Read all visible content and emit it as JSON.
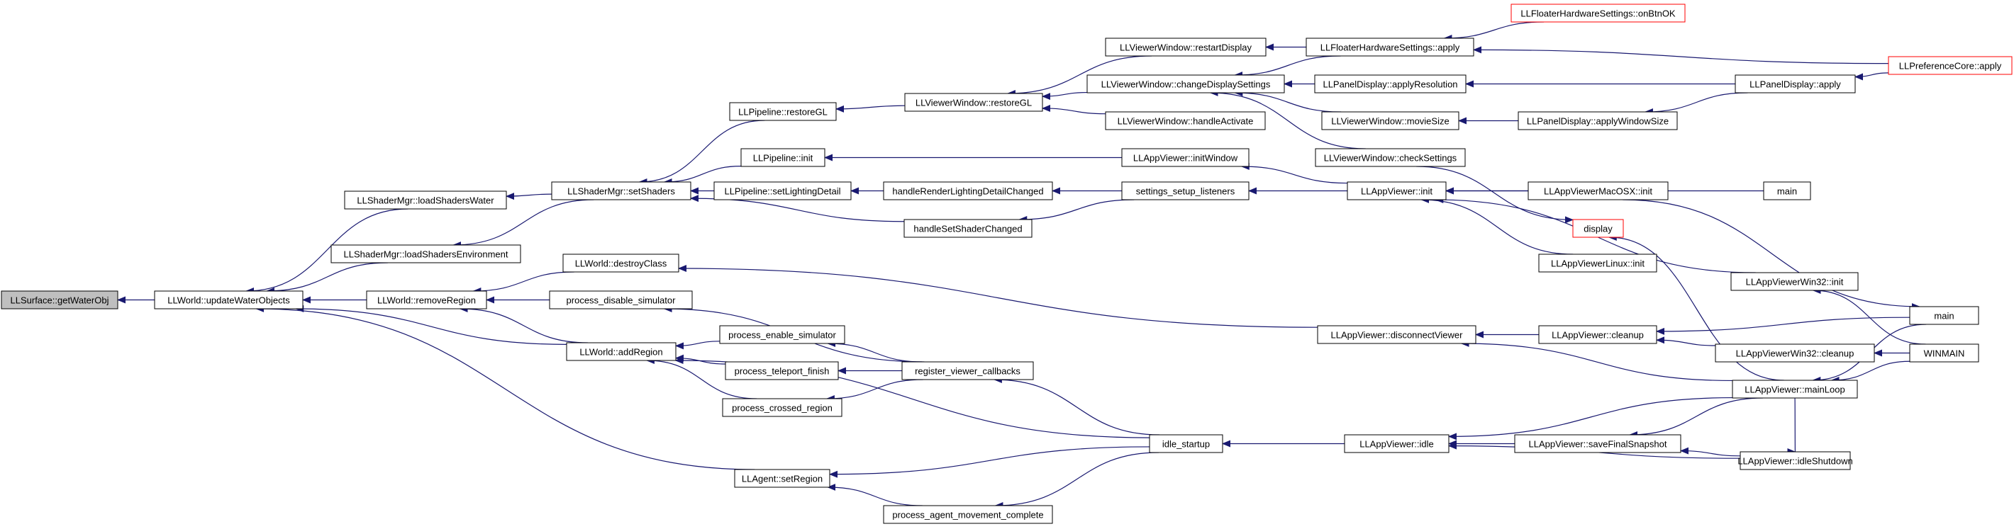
{
  "colors": {
    "edge": "#191970",
    "node_border": "#000000",
    "node_fill": "#ffffff",
    "root_fill": "#bfbfbf",
    "truncated_border": "#ff0000"
  },
  "nodes": [
    {
      "id": "n0",
      "label": "LLSurface::getWaterObj",
      "root": true
    },
    {
      "id": "n1",
      "label": "LLWorld::updateWaterObjects"
    },
    {
      "id": "n2",
      "label": "LLShaderMgr::loadShadersWater"
    },
    {
      "id": "n3",
      "label": "LLShaderMgr::loadShadersEnvironment"
    },
    {
      "id": "n4",
      "label": "LLWorld::removeRegion"
    },
    {
      "id": "n5",
      "label": "LLWorld::addRegion"
    },
    {
      "id": "n6",
      "label": "LLAgent::setRegion"
    },
    {
      "id": "n7",
      "label": "LLShaderMgr::setShaders"
    },
    {
      "id": "n8",
      "label": "LLPipeline::restoreGL"
    },
    {
      "id": "n9",
      "label": "LLPipeline::init"
    },
    {
      "id": "n10",
      "label": "LLPipeline::setLightingDetail"
    },
    {
      "id": "n11",
      "label": "handleSetShaderChanged"
    },
    {
      "id": "n12",
      "label": "handleRenderLightingDetailChanged"
    },
    {
      "id": "n13",
      "label": "LLWorld::destroyClass"
    },
    {
      "id": "n14",
      "label": "process_disable_simulator"
    },
    {
      "id": "n15",
      "label": "process_enable_simulator"
    },
    {
      "id": "n16",
      "label": "process_teleport_finish"
    },
    {
      "id": "n17",
      "label": "process_crossed_region"
    },
    {
      "id": "n18",
      "label": "register_viewer_callbacks"
    },
    {
      "id": "n19",
      "label": "idle_startup"
    },
    {
      "id": "n20",
      "label": "process_agent_movement_complete"
    },
    {
      "id": "n21",
      "label": "LLViewerWindow::restoreGL"
    },
    {
      "id": "n22",
      "label": "LLViewerWindow::restartDisplay"
    },
    {
      "id": "n23",
      "label": "LLViewerWindow::changeDisplaySettings"
    },
    {
      "id": "n24",
      "label": "LLViewerWindow::handleActivate"
    },
    {
      "id": "n25",
      "label": "LLAppViewer::initWindow"
    },
    {
      "id": "n26",
      "label": "settings_setup_listeners"
    },
    {
      "id": "n27",
      "label": "LLAppViewer::disconnectViewer"
    },
    {
      "id": "n28",
      "label": "LLAppViewer::idle"
    },
    {
      "id": "n29",
      "label": "LLFloaterHardwareSettings::apply"
    },
    {
      "id": "n30",
      "label": "LLPanelDisplay::applyResolution"
    },
    {
      "id": "n31",
      "label": "LLViewerWindow::movieSize"
    },
    {
      "id": "n32",
      "label": "LLViewerWindow::checkSettings"
    },
    {
      "id": "n33",
      "label": "LLAppViewer::init"
    },
    {
      "id": "n34",
      "label": "LLAppViewer::cleanup"
    },
    {
      "id": "n35",
      "label": "LLAppViewer::saveFinalSnapshot"
    },
    {
      "id": "n36",
      "label": "LLFloaterHardwareSettings::onBtnOK",
      "truncated": true
    },
    {
      "id": "n37",
      "label": "LLPanelDisplay::applyWindowSize"
    },
    {
      "id": "n38",
      "label": "LLAppViewerMacOSX::init"
    },
    {
      "id": "n39",
      "label": "display",
      "truncated": true
    },
    {
      "id": "n40",
      "label": "LLAppViewerLinux::init"
    },
    {
      "id": "n41",
      "label": "LLAppViewerWin32::init"
    },
    {
      "id": "n42",
      "label": "LLAppViewerWin32::cleanup"
    },
    {
      "id": "n43",
      "label": "LLAppViewer::mainLoop"
    },
    {
      "id": "n44",
      "label": "LLAppViewer::idleShutdown"
    },
    {
      "id": "n45",
      "label": "LLPanelDisplay::apply"
    },
    {
      "id": "n46",
      "label": "LLPreferenceCore::apply",
      "truncated": true
    },
    {
      "id": "n47",
      "label": "main"
    },
    {
      "id": "n48",
      "label": "main"
    },
    {
      "id": "n49",
      "label": "WINMAIN"
    }
  ],
  "edges": [
    {
      "from": "n1",
      "to": "n0"
    },
    {
      "from": "n2",
      "to": "n1"
    },
    {
      "from": "n3",
      "to": "n1"
    },
    {
      "from": "n4",
      "to": "n1"
    },
    {
      "from": "n5",
      "to": "n1"
    },
    {
      "from": "n6",
      "to": "n1"
    },
    {
      "from": "n7",
      "to": "n2"
    },
    {
      "from": "n7",
      "to": "n3"
    },
    {
      "from": "n8",
      "to": "n7"
    },
    {
      "from": "n9",
      "to": "n7"
    },
    {
      "from": "n10",
      "to": "n7"
    },
    {
      "from": "n11",
      "to": "n7"
    },
    {
      "from": "n12",
      "to": "n10"
    },
    {
      "from": "n13",
      "to": "n4"
    },
    {
      "from": "n14",
      "to": "n4"
    },
    {
      "from": "n5",
      "to": "n4"
    },
    {
      "from": "n15",
      "to": "n5"
    },
    {
      "from": "n16",
      "to": "n5"
    },
    {
      "from": "n17",
      "to": "n5"
    },
    {
      "from": "n19",
      "to": "n5"
    },
    {
      "from": "n19",
      "to": "n6"
    },
    {
      "from": "n20",
      "to": "n6"
    },
    {
      "from": "n18",
      "to": "n14"
    },
    {
      "from": "n18",
      "to": "n15"
    },
    {
      "from": "n18",
      "to": "n16"
    },
    {
      "from": "n18",
      "to": "n17"
    },
    {
      "from": "n19",
      "to": "n18"
    },
    {
      "from": "n19",
      "to": "n20"
    },
    {
      "from": "n21",
      "to": "n8"
    },
    {
      "from": "n25",
      "to": "n9"
    },
    {
      "from": "n26",
      "to": "n12"
    },
    {
      "from": "n26",
      "to": "n11"
    },
    {
      "from": "n27",
      "to": "n13"
    },
    {
      "from": "n28",
      "to": "n19"
    },
    {
      "from": "n22",
      "to": "n21"
    },
    {
      "from": "n23",
      "to": "n21"
    },
    {
      "from": "n24",
      "to": "n21"
    },
    {
      "from": "n29",
      "to": "n22"
    },
    {
      "from": "n29",
      "to": "n23"
    },
    {
      "from": "n30",
      "to": "n23"
    },
    {
      "from": "n31",
      "to": "n23"
    },
    {
      "from": "n32",
      "to": "n23"
    },
    {
      "from": "n33",
      "to": "n25"
    },
    {
      "from": "n33",
      "to": "n26"
    },
    {
      "from": "n34",
      "to": "n27"
    },
    {
      "from": "n43",
      "to": "n27"
    },
    {
      "from": "n35",
      "to": "n28"
    },
    {
      "from": "n43",
      "to": "n28"
    },
    {
      "from": "n44",
      "to": "n28"
    },
    {
      "from": "n36",
      "to": "n29"
    },
    {
      "from": "n46",
      "to": "n29"
    },
    {
      "from": "n45",
      "to": "n30"
    },
    {
      "from": "n37",
      "to": "n31"
    },
    {
      "from": "n38",
      "to": "n33"
    },
    {
      "from": "n40",
      "to": "n33"
    },
    {
      "from": "n41",
      "to": "n33"
    },
    {
      "from": "n48",
      "to": "n33"
    },
    {
      "from": "n32",
      "to": "n39"
    },
    {
      "from": "n47",
      "to": "n34"
    },
    {
      "from": "n42",
      "to": "n34"
    },
    {
      "from": "n43",
      "to": "n35"
    },
    {
      "from": "n43",
      "to": "n39"
    },
    {
      "from": "n44",
      "to": "n35"
    },
    {
      "from": "n45",
      "to": "n37"
    },
    {
      "from": "n46",
      "to": "n45"
    },
    {
      "from": "n47",
      "to": "n43"
    },
    {
      "from": "n49",
      "to": "n43"
    },
    {
      "from": "n49",
      "to": "n42"
    },
    {
      "from": "n49",
      "to": "n41"
    },
    {
      "from": "n43",
      "to": "n44"
    },
    {
      "from": "n38",
      "to": "n47"
    }
  ]
}
